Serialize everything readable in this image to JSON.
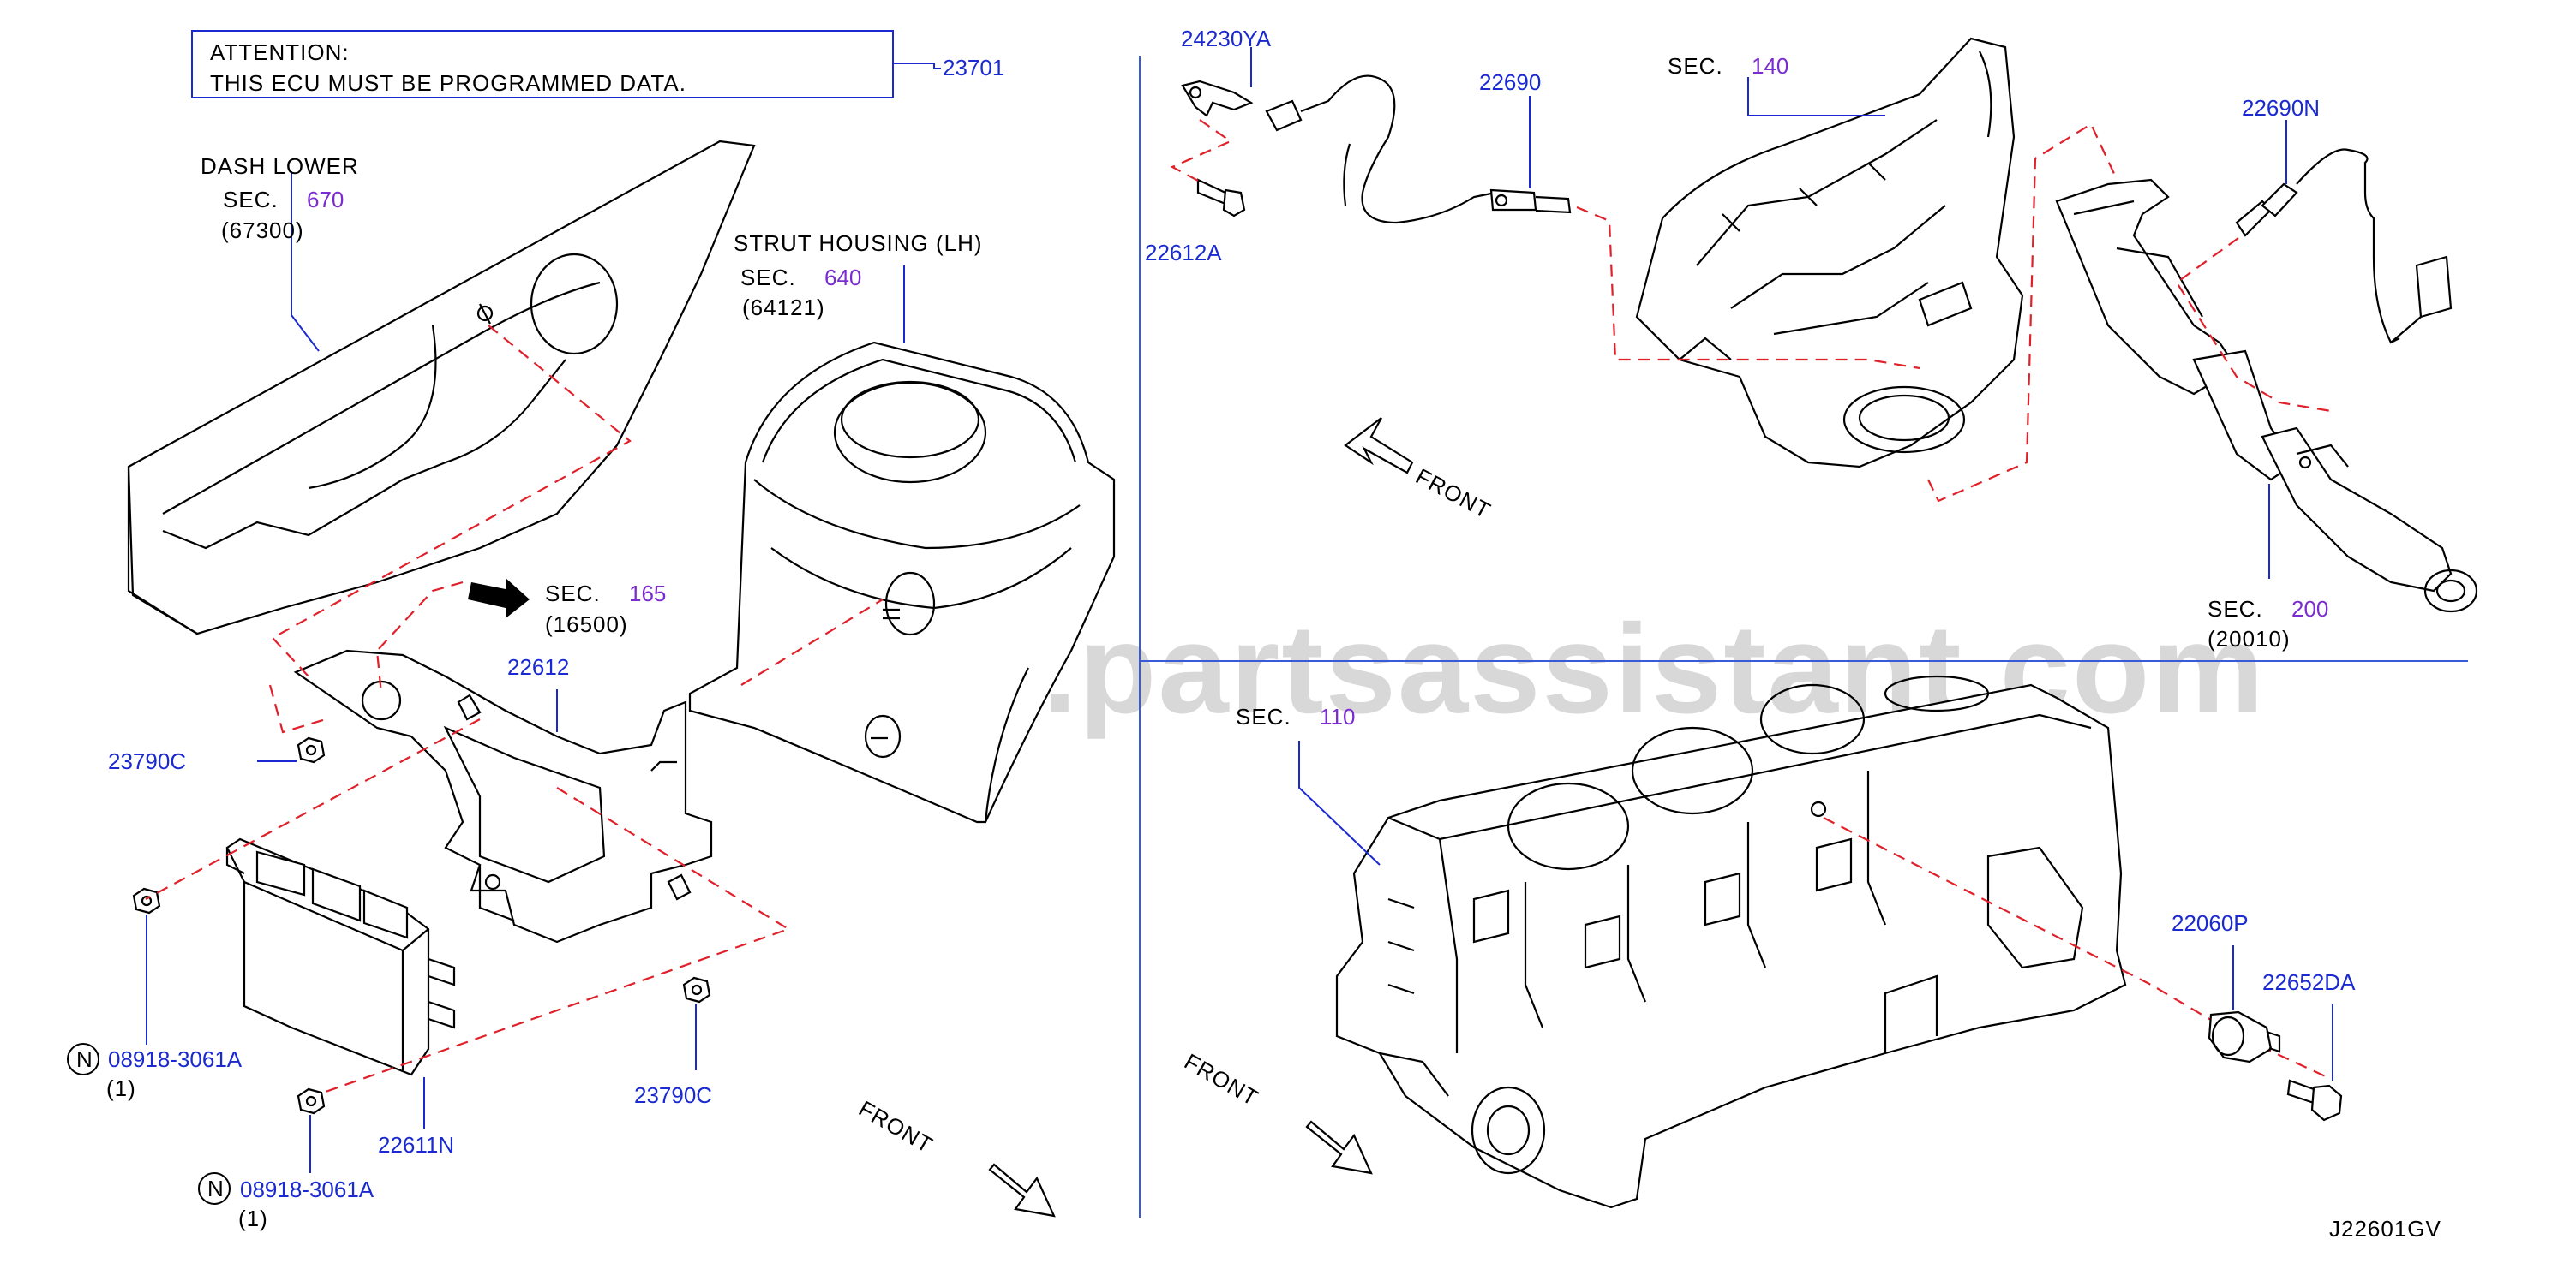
{
  "notice": {
    "line1": "ATTENTION:",
    "line2": "THIS  ECU  MUST  BE  PROGRAMMED  DATA."
  },
  "sec_word": "SEC.",
  "areas": {
    "dash_lower": {
      "name": "DASH   LOWER",
      "sec": "670",
      "code": "(67300)"
    },
    "strut_housing": {
      "name": "STRUT   HOUSING   (LH)",
      "sec": "640",
      "code": "(64121)"
    },
    "sec165": {
      "sec": "165",
      "code": "(16500)"
    },
    "sec140": {
      "sec": "140"
    },
    "sec200": {
      "sec": "200",
      "code": "(20010)"
    },
    "sec110": {
      "sec": "110"
    }
  },
  "parts": {
    "p23701": "23701",
    "p22612": "22612",
    "p23790C_left": "23790C",
    "p23790C_right": "23790C",
    "p08918_a": "08918-3061A",
    "p08918_a_qty": "(1)",
    "p08918_b": "08918-3061A",
    "p08918_b_qty": "(1)",
    "p22611N": "22611N",
    "p24230YA": "24230YA",
    "p22612A": "22612A",
    "p22690": "22690",
    "p22690N": "22690N",
    "p22060P": "22060P",
    "p22652DA": "22652DA"
  },
  "n_marker": "N",
  "front_label": "FRONT",
  "diagram_id": "J22601GV",
  "watermark": "www.partsassistant.com",
  "colors": {
    "part_number": "#1a2ad0",
    "section_number": "#7a2cd0",
    "dashed_callout": "#e0202a",
    "divider": "#3a5ad8",
    "watermark": "#d8d8d8"
  }
}
